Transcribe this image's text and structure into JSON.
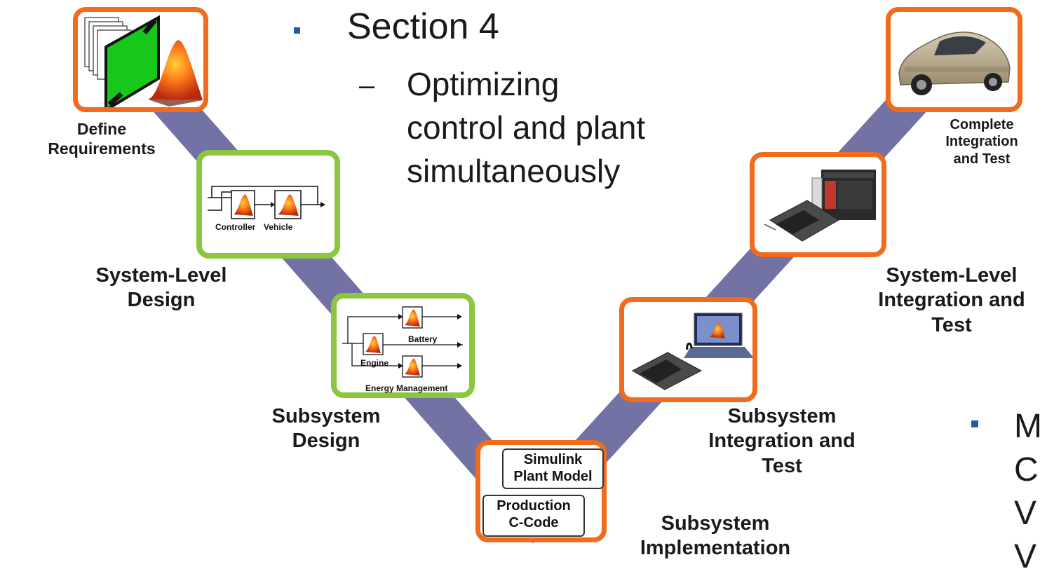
{
  "bullets": {
    "section_title": "Section 4",
    "sub_bullet": [
      "Optimizing",
      "control and plant",
      "simultaneously"
    ],
    "sub_marker": "–",
    "right_letters": [
      "M",
      "C",
      "V",
      "V"
    ]
  },
  "stages": {
    "define_requirements": [
      "Define",
      "Requirements"
    ],
    "system_level_design": [
      "System-Level",
      "Design"
    ],
    "subsystem_design": [
      "Subsystem",
      "Design"
    ],
    "subsystem_implementation": [
      "Subsystem",
      "Implementation"
    ],
    "subsystem_integration": [
      "Subsystem",
      "Integration and",
      "Test"
    ],
    "system_level_integration": [
      "System-Level",
      "Integration and",
      "Test"
    ],
    "complete_integration": [
      "Complete",
      "Integration",
      "and Test"
    ]
  },
  "diagram_labels": {
    "controller": "Controller",
    "vehicle": "Vehicle",
    "battery": "Battery",
    "engine": "Engine",
    "energy_management": "Energy Management",
    "simulink_plant": [
      "Simulink",
      "Plant Model"
    ],
    "production_code": [
      "Production",
      "C-Code"
    ]
  },
  "colors": {
    "v_band": "#6a6aa0",
    "orange_border": "#f26b1d",
    "green_border": "#8cc63f",
    "bullet": "#1f5f9f"
  },
  "icons": {
    "requirements": "requirements-doc-matlab-icon",
    "system_design": "block-diagram-icon",
    "subsystem_design": "subsystem-block-diagram-icon",
    "integration": "ecu-laptop-icon",
    "system_integration": "ecu-rack-icon",
    "complete": "car-icon"
  }
}
